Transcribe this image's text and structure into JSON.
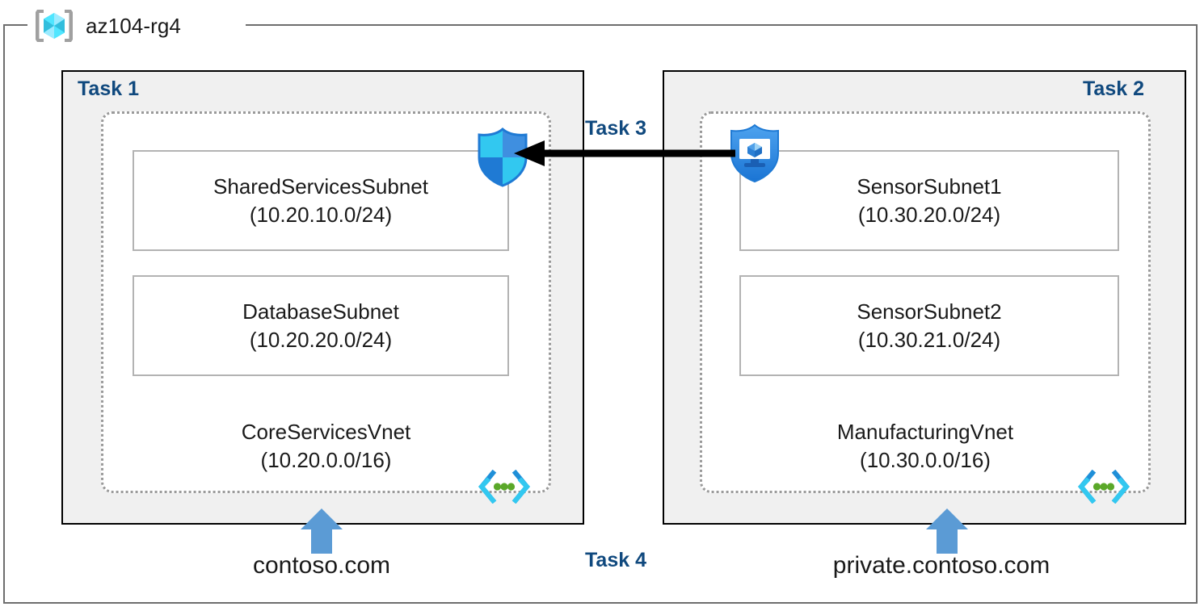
{
  "resource_group": {
    "name": "az104-rg4",
    "icon": "resource-group-cube-icon"
  },
  "tasks": {
    "task1_label": "Task 1",
    "task2_label": "Task 2",
    "task3_label": "Task 3",
    "task4_label": "Task 4"
  },
  "vnets": [
    {
      "name": "CoreServicesVnet",
      "cidr": "(10.20.0.0/16)",
      "icon": "virtual-network-icon",
      "subnets": [
        {
          "name": "SharedServicesSubnet",
          "cidr": "(10.20.10.0/24)"
        },
        {
          "name": "DatabaseSubnet",
          "cidr": "(10.20.20.0/24)"
        }
      ]
    },
    {
      "name": "ManufacturingVnet",
      "cidr": "(10.30.0.0/16)",
      "icon": "virtual-network-icon",
      "subnets": [
        {
          "name": "SensorSubnet1",
          "cidr": "(10.30.20.0/24)"
        },
        {
          "name": "SensorSubnet2",
          "cidr": "(10.30.21.0/24)"
        }
      ]
    }
  ],
  "icons": {
    "firewall": "shield-firewall-icon",
    "protected_vm": "shield-virtual-machine-icon",
    "peering_arrow": "left-arrow-icon",
    "dns_arrow": "up-arrow-icon"
  },
  "dns_zones": [
    {
      "name": "contoso.com"
    },
    {
      "name": "private.contoso.com"
    }
  ],
  "colors": {
    "task_label": "#10497e",
    "task_box_fill": "#f0f0f0",
    "task_box_border": "#000000",
    "resource_group_border": "#6e6e6e",
    "vnet_border": "#9a9a9a",
    "subnet_border": "#b3b3b3",
    "dns_arrow": "#5b9bd5",
    "peering_arrow": "#000000",
    "shield_blue": "#2f7fd8",
    "vnet_icon_cyan": "#32c8f0",
    "vnet_icon_green": "#5aa829",
    "rg_icon_cube": "#50e6ff",
    "rg_icon_bracket": "#a0a0a0"
  }
}
